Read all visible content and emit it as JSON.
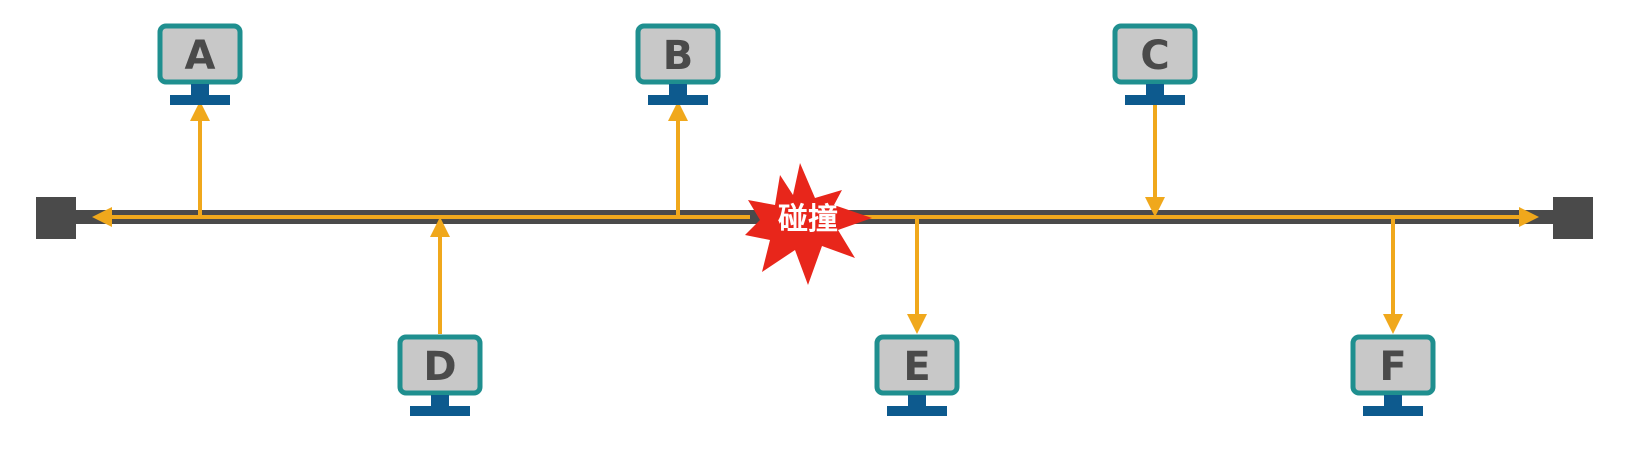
{
  "diagram": {
    "collision_label": "碰撞",
    "colors": {
      "bus": "#4a4a4a",
      "terminator": "#4a4a4a",
      "signal": "#f0a81c",
      "monitor_frame": "#1f8f8f",
      "monitor_screen": "#c8c8c8",
      "monitor_stand": "#0d5a8e",
      "letter": "#4a4a4a",
      "burst": "#e8261b",
      "burst_text": "#ffffff"
    },
    "computers": [
      {
        "id": "A",
        "label": "A",
        "position": "top",
        "signal": "receive"
      },
      {
        "id": "B",
        "label": "B",
        "position": "top",
        "signal": "receive"
      },
      {
        "id": "C",
        "label": "C",
        "position": "top",
        "signal": "send"
      },
      {
        "id": "D",
        "label": "D",
        "position": "bottom",
        "signal": "send"
      },
      {
        "id": "E",
        "label": "E",
        "position": "bottom",
        "signal": "receive"
      },
      {
        "id": "F",
        "label": "F",
        "position": "bottom",
        "signal": "receive"
      }
    ]
  }
}
